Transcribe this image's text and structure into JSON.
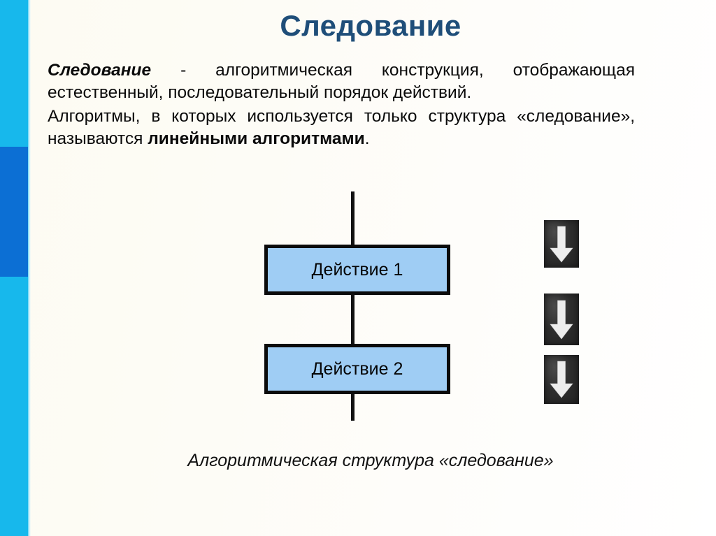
{
  "slide": {
    "title": "Следование",
    "background_color": "#fdfcf6",
    "accent_cyan": "#17b8ec",
    "accent_blue": "#0c6fd4",
    "title_color": "#1f4e79"
  },
  "body": {
    "paragraph_1": {
      "term": "Следование",
      "rest": " - алгоритмическая конструкция, отображающая естественный, последовательный порядок действий."
    },
    "paragraph_2": {
      "lead": "Алгоритмы, в которых используется только структура «следование», называются ",
      "strong": "линейными алгоритмами",
      "tail": "."
    }
  },
  "diagram": {
    "box_fill": "#9fcdf4",
    "box_border": "#0b0b0b",
    "boxes": [
      {
        "label": "Действие 1"
      },
      {
        "label": "Действие 2"
      }
    ],
    "connectors": [
      "entry-line",
      "between-line",
      "exit-line"
    ],
    "caption": "Алгоритмическая структура «следование»"
  },
  "arrow_tiles": {
    "count": 3,
    "icon": "down-arrow-road-marking",
    "tile_background": "#2e2e2e",
    "arrow_color": "#f2f2f2"
  }
}
